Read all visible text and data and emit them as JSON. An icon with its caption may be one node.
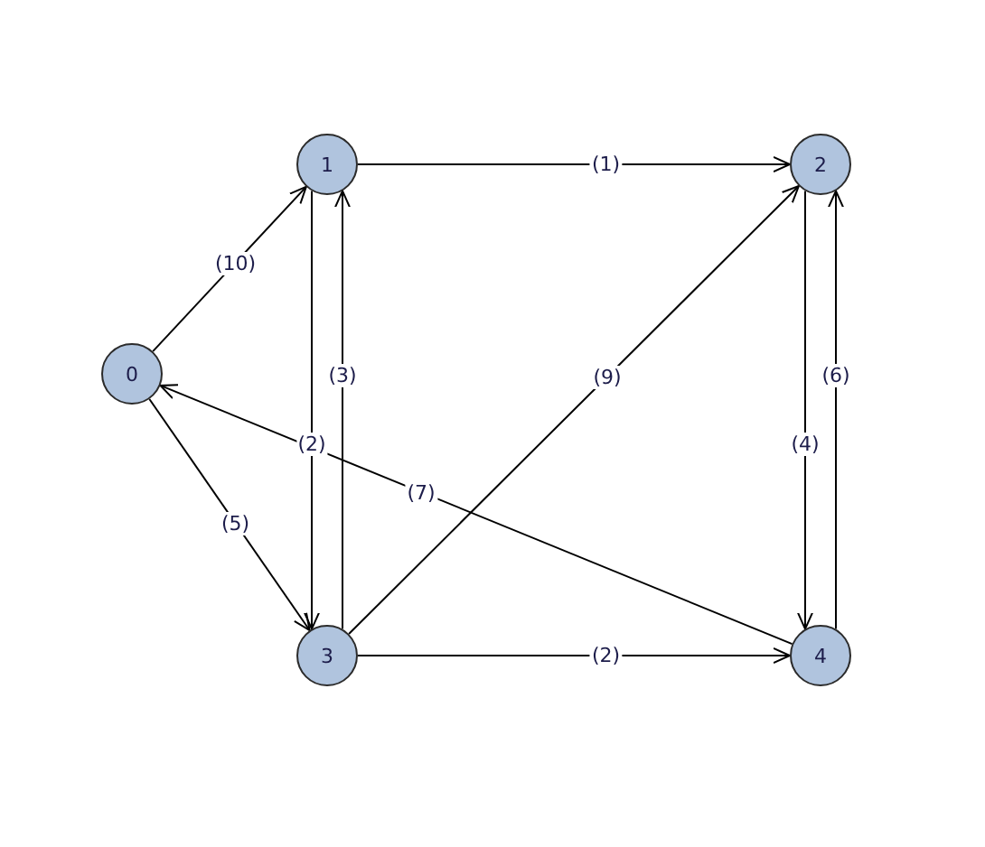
{
  "diagram": {
    "nodes": [
      {
        "text": [
          "0"
        ]
      },
      {
        "text": [
          "1"
        ]
      },
      {
        "text": [
          "2"
        ]
      },
      {
        "text": [
          "3"
        ]
      },
      {
        "text": [
          "4"
        ]
      }
    ],
    "edges": [
      {
        "from": 0,
        "to": 1,
        "arrow": "to",
        "label": "(10)"
      },
      {
        "from": 1,
        "to": 2,
        "arrow": "to",
        "label": "(1)"
      },
      {
        "from": 1,
        "to": 3,
        "arrow": "to",
        "label": "(2)"
      },
      {
        "from": 3,
        "to": 1,
        "arrow": "to",
        "label": "(3)"
      },
      {
        "from": 0,
        "to": 3,
        "arrow": "to",
        "label": "(5)"
      },
      {
        "from": 4,
        "to": 0,
        "arrow": "to",
        "label": "(7)"
      },
      {
        "from": 3,
        "to": 2,
        "arrow": "to",
        "label": "(9)"
      },
      {
        "from": 3,
        "to": 4,
        "arrow": "to",
        "label": "(2)"
      },
      {
        "from": 2,
        "to": 4,
        "arrow": "to",
        "label": "(4)"
      },
      {
        "from": 4,
        "to": 2,
        "arrow": "to",
        "label": "(6)"
      }
    ]
  }
}
